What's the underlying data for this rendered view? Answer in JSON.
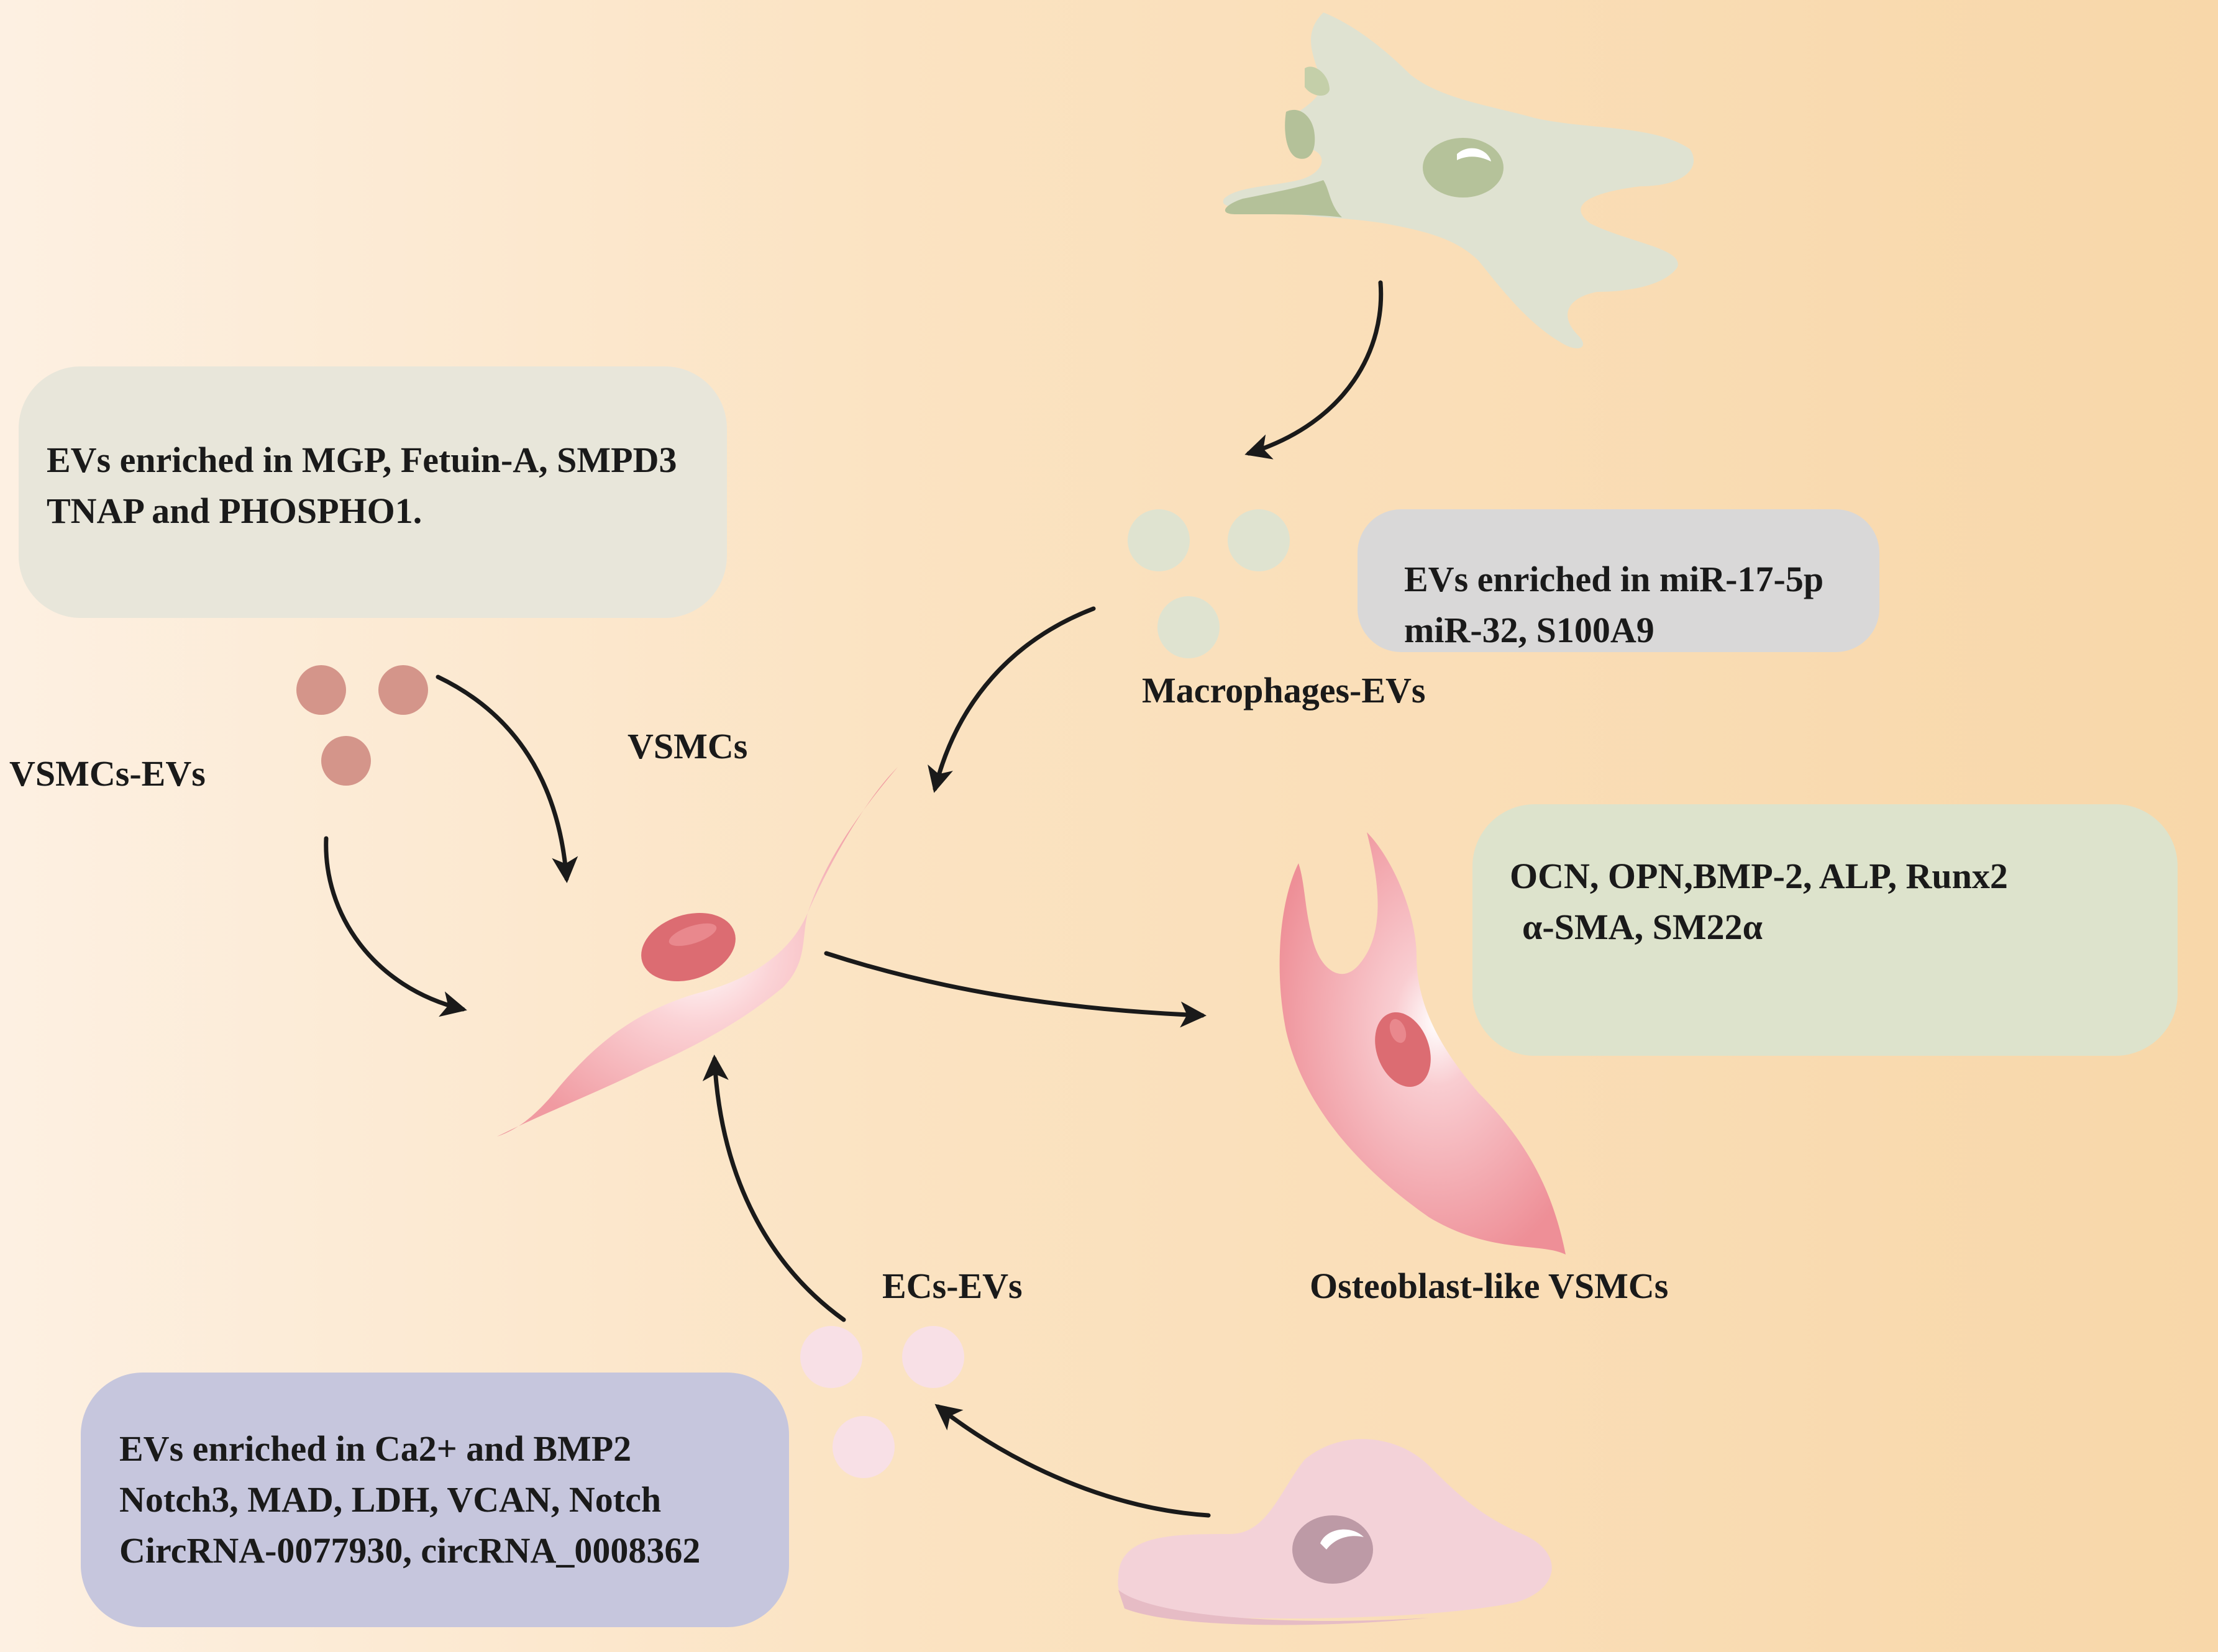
{
  "colors": {
    "background_left": "#fdf0e2",
    "background_right": "#f8d7a9",
    "vsmc_box": "#e8e6da",
    "macrophage_box": "#d9d8d8",
    "osteo_box": "#dde3cc",
    "ec_box": "#c6c6dd",
    "vsmc_ev": "#d4958a",
    "macrophage_ev": "#dfe3d0",
    "ec_ev": "#f8e0e6",
    "vsmc_cell": "#f2a0a6",
    "nucleus": "#dc6c72",
    "macrophage_cell": "#dfe2d1",
    "macrophage_nucleus": "#b5c29a",
    "endothelial_cell": "#f3d2d8",
    "endothelial_nucleus": "#bd9aa6",
    "up_arrow": "#e3001b",
    "down_arrow": "#5a5ce0",
    "arrow": "#1a1a1a"
  },
  "icons": [
    "macrophage-cell-icon",
    "endothelial-cell-icon",
    "vsmc-cell-icon",
    "osteoblast-like-vsmc-icon",
    "up-arrow-icon",
    "down-arrow-icon"
  ],
  "vsmc_ev_box": {
    "lines": [
      "EVs enriched in MGP, Fetuin-A, SMPD3",
      "TNAP and PHOSPHO1."
    ]
  },
  "macrophage_ev_box": {
    "lines": [
      "EVs enriched in miR-17-5p",
      "miR-32, S100A9"
    ]
  },
  "osteo_box": {
    "up_markers": "OCN, OPN,BMP-2, ALP, Runx2",
    "down_markers": "α-SMA, SM22α"
  },
  "ec_ev_box": {
    "lines": [
      "EVs enriched in Ca2+ and BMP2",
      "Notch3, MAD, LDH, VCAN, Notch",
      "CircRNA-0077930, circRNA_0008362"
    ]
  },
  "labels": {
    "vsmcs_evs": "VSMCs-EVs",
    "vsmcs": "VSMCs",
    "macrophages_evs": "Macrophages-EVs",
    "osteoblast_like": "Osteoblast-like VSMCs",
    "ecs_evs": "ECs-EVs"
  }
}
